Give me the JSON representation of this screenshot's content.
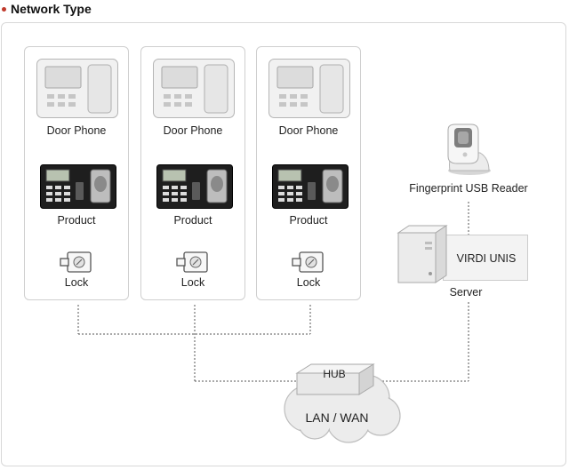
{
  "header": {
    "title": "Network Type"
  },
  "panels": [
    {
      "door_phone": "Door Phone",
      "product": "Product",
      "lock": "Lock"
    },
    {
      "door_phone": "Door Phone",
      "product": "Product",
      "lock": "Lock"
    },
    {
      "door_phone": "Door Phone",
      "product": "Product",
      "lock": "Lock"
    }
  ],
  "fingerprint_reader": {
    "label": "Fingerprint USB Reader"
  },
  "server": {
    "label": "Server",
    "software": "VIRDI UNIS"
  },
  "hub": {
    "label": "HUB"
  },
  "network": {
    "label": "LAN / WAN"
  },
  "colors": {
    "accent_dot": "#c0392b",
    "panel_border": "#cfcfcf",
    "device_dark": "#1e1e1e"
  }
}
